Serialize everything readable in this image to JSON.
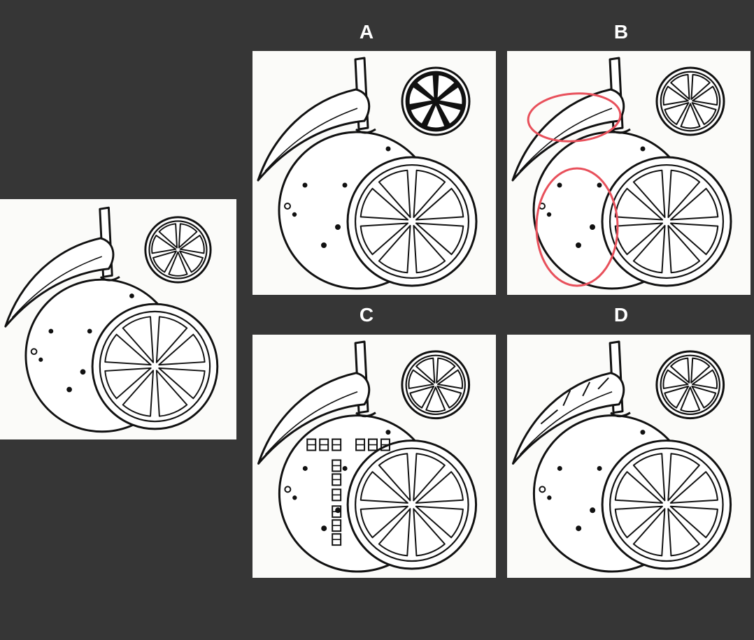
{
  "options": [
    {
      "label": "A",
      "variant": "filled-small-slice"
    },
    {
      "label": "B",
      "variant": "circled-differences"
    },
    {
      "label": "C",
      "variant": "glyph-overlay"
    },
    {
      "label": "D",
      "variant": "veined-leaf"
    }
  ],
  "colors": {
    "background": "#363636",
    "paper": "#fbfbf9",
    "ink": "#111111",
    "highlight": "#e8505b",
    "label": "#ffffff"
  },
  "icons": {
    "reference": "orange-with-leaf-and-slices",
    "overlay_glyph": "box-glyph"
  }
}
